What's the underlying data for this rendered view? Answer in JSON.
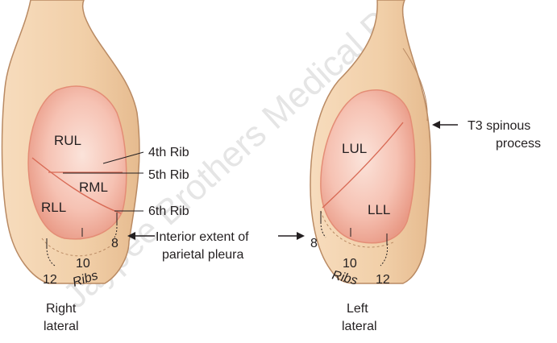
{
  "watermark": "Jaypee Brothers Medical P",
  "right_view": {
    "title_line1": "Right",
    "title_line2": "lateral",
    "lobes": {
      "upper": "RUL",
      "middle": "RML",
      "lower": "RLL"
    },
    "rib_labels": {
      "rib4": "4th Rib",
      "rib5": "5th Rib",
      "rib6": "6th Rib"
    },
    "rib_numbers": {
      "eight": "8",
      "ten": "10",
      "twelve": "12"
    },
    "ribs_word": "Ribs"
  },
  "left_view": {
    "title_line1": "Left",
    "title_line2": "lateral",
    "lobes": {
      "upper": "LUL",
      "lower": "LLL"
    },
    "rib_numbers": {
      "eight": "8",
      "ten": "10",
      "twelve": "12"
    },
    "ribs_word": "Ribs"
  },
  "annotations": {
    "pleura_line1": "Interior extent of",
    "pleura_line2": "parietal pleura",
    "t3_line1": "T3 spinous",
    "t3_line2": "process"
  },
  "colors": {
    "skin": "#f3d2ae",
    "skin_outline": "#b98a63",
    "lung": "#f4b8a6",
    "lung_edge": "#e48d76",
    "fissure": "#d86a55",
    "ink": "#231f20"
  }
}
